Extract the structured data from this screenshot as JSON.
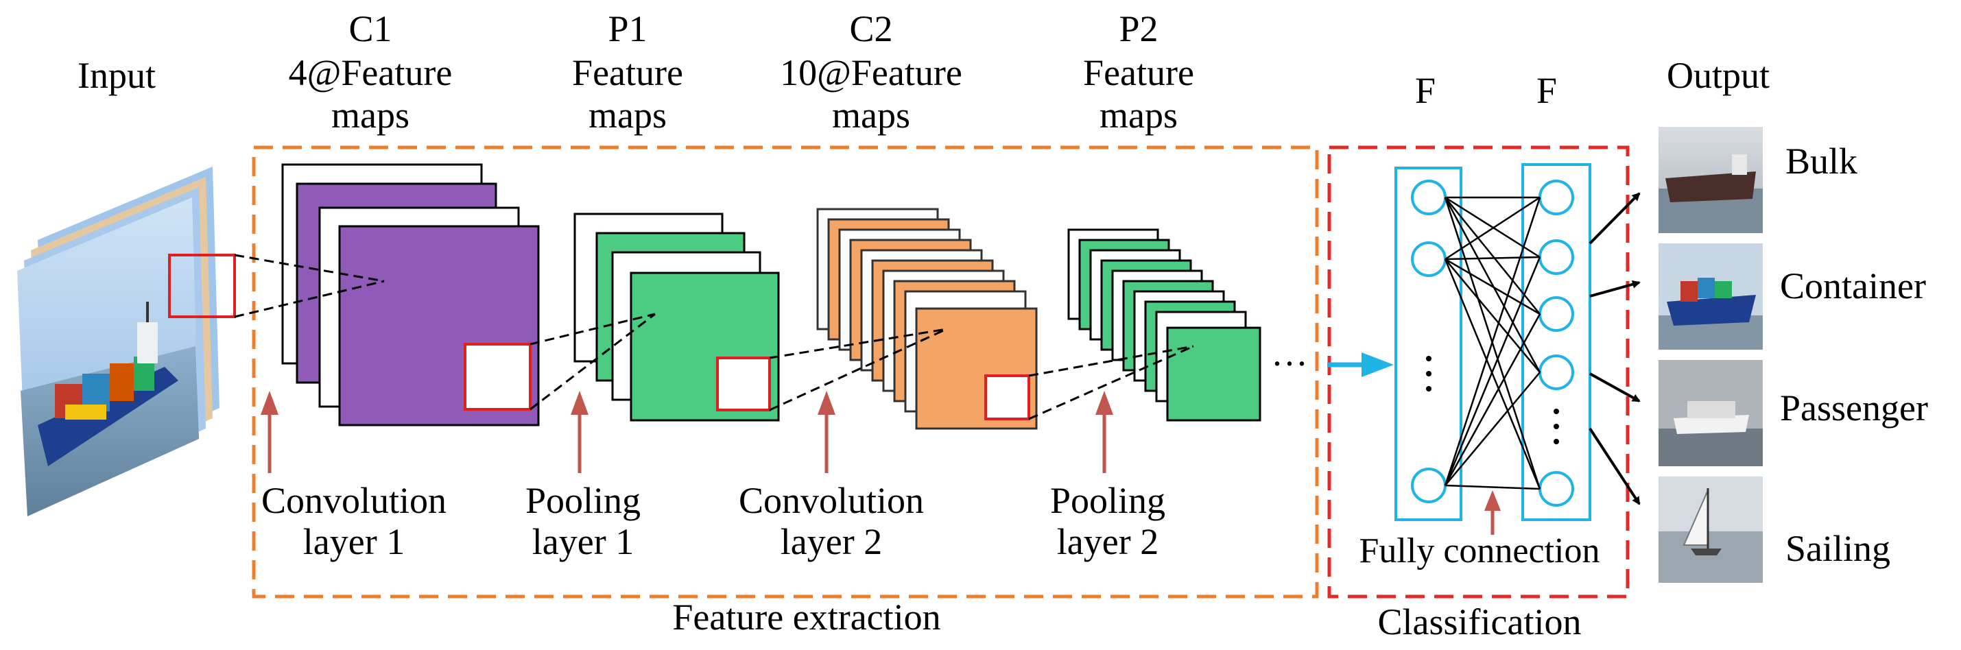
{
  "labels": {
    "input": "Input",
    "c1": [
      "C1",
      "4@Feature",
      "maps"
    ],
    "p1": [
      "P1",
      "Feature",
      "maps"
    ],
    "c2": [
      "C2",
      "10@Feature",
      "maps"
    ],
    "p2": [
      "P2",
      "Feature",
      "maps"
    ],
    "f1": "F",
    "f2": "F",
    "output": "Output",
    "conv1": [
      "Convolution",
      "layer 1"
    ],
    "pool1": [
      "Pooling",
      "layer 1"
    ],
    "conv2": [
      "Convolution",
      "layer 2"
    ],
    "pool2": [
      "Pooling",
      "layer 2"
    ],
    "fully": "Fully connection",
    "feature_extraction": "Feature extraction",
    "classification": "Classification",
    "ellipsis": "···"
  },
  "outputs": [
    "Bulk",
    "Container",
    "Passenger",
    "Sailing"
  ],
  "colors": {
    "purple": "#8f5ab8",
    "green": "#4ccb83",
    "orange": "#f4a566",
    "cyan": "#1fb3e6",
    "frame_orange": "#ec7f2e",
    "frame_red": "#e32a2a",
    "arrow_red": "#c0564e",
    "highlight_red": "#e02020"
  },
  "icons": {
    "input_image": "container-ship-photo",
    "bulk": "bulk-carrier-photo",
    "container": "container-ship-photo",
    "passenger": "passenger-ship-photo",
    "sailing": "sailboat-photo"
  }
}
